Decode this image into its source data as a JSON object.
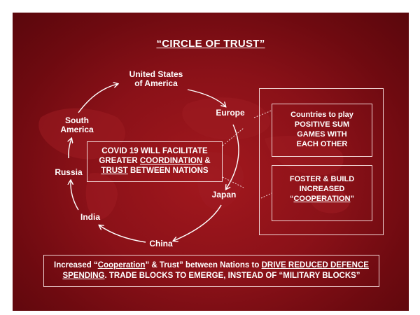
{
  "title": "“CIRCLE OF TRUST”",
  "nodes": {
    "usa": "United States\nof America",
    "europe": "Europe",
    "japan": "Japan",
    "china": "China",
    "india": "India",
    "russia": "Russia",
    "south_america": "South\nAmerica"
  },
  "center": {
    "line1": "COVID 19 WILL FACILITATE",
    "line2_pre": "GREATER ",
    "line2_u": "COORDINATION",
    "line2_post": " &",
    "line3_u": "TRUST",
    "line3_post": " BETWEEN NATIONS"
  },
  "box1": {
    "line1": "Countries to play",
    "line2": "POSITIVE SUM",
    "line3": "GAMES WITH",
    "line4": "EACH OTHER"
  },
  "box2": {
    "line1": "FOSTER & BUILD",
    "line2": "INCREASED",
    "line3_pre": "“",
    "line3_u": "COOPERATION",
    "line3_post": "”"
  },
  "bottom": {
    "pre": "Increased “",
    "u1": "Cooperation",
    "mid": "” & Trust” between Nations to ",
    "u2a": "DRIVE REDUCED DEFENCE",
    "u2b": "SPENDING",
    "post": ". TRADE BLOCKS TO EMERGE, INSTEAD OF “MILITARY BLOCKS”"
  },
  "colors": {
    "background": "#8a1118",
    "text": "#ffffff",
    "line": "#f2d6d6"
  }
}
